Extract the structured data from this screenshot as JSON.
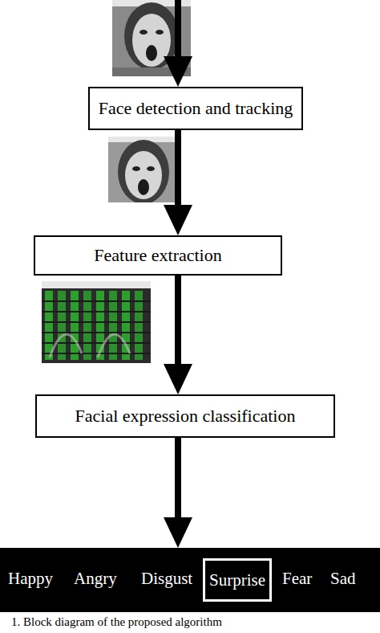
{
  "diagram": {
    "caption": "1. Block diagram of the proposed algorithm",
    "nodes": [
      {
        "text": [
          "Face detection and tracking"
        ]
      },
      {
        "text": [
          "Feature extraction"
        ]
      },
      {
        "text": [
          "Facial expression classification"
        ]
      },
      {
        "text": [
          "Happy",
          "Angry",
          "Disgust",
          "Fear",
          "Sad"
        ]
      },
      {
        "text": [
          "Surprise"
        ],
        "in": 3
      }
    ],
    "edges": [
      {
        "from": 0,
        "to": 1,
        "arrow": "to"
      },
      {
        "from": 1,
        "to": 2,
        "arrow": "to"
      },
      {
        "from": 2,
        "to": 3,
        "arrow": "to"
      }
    ]
  }
}
